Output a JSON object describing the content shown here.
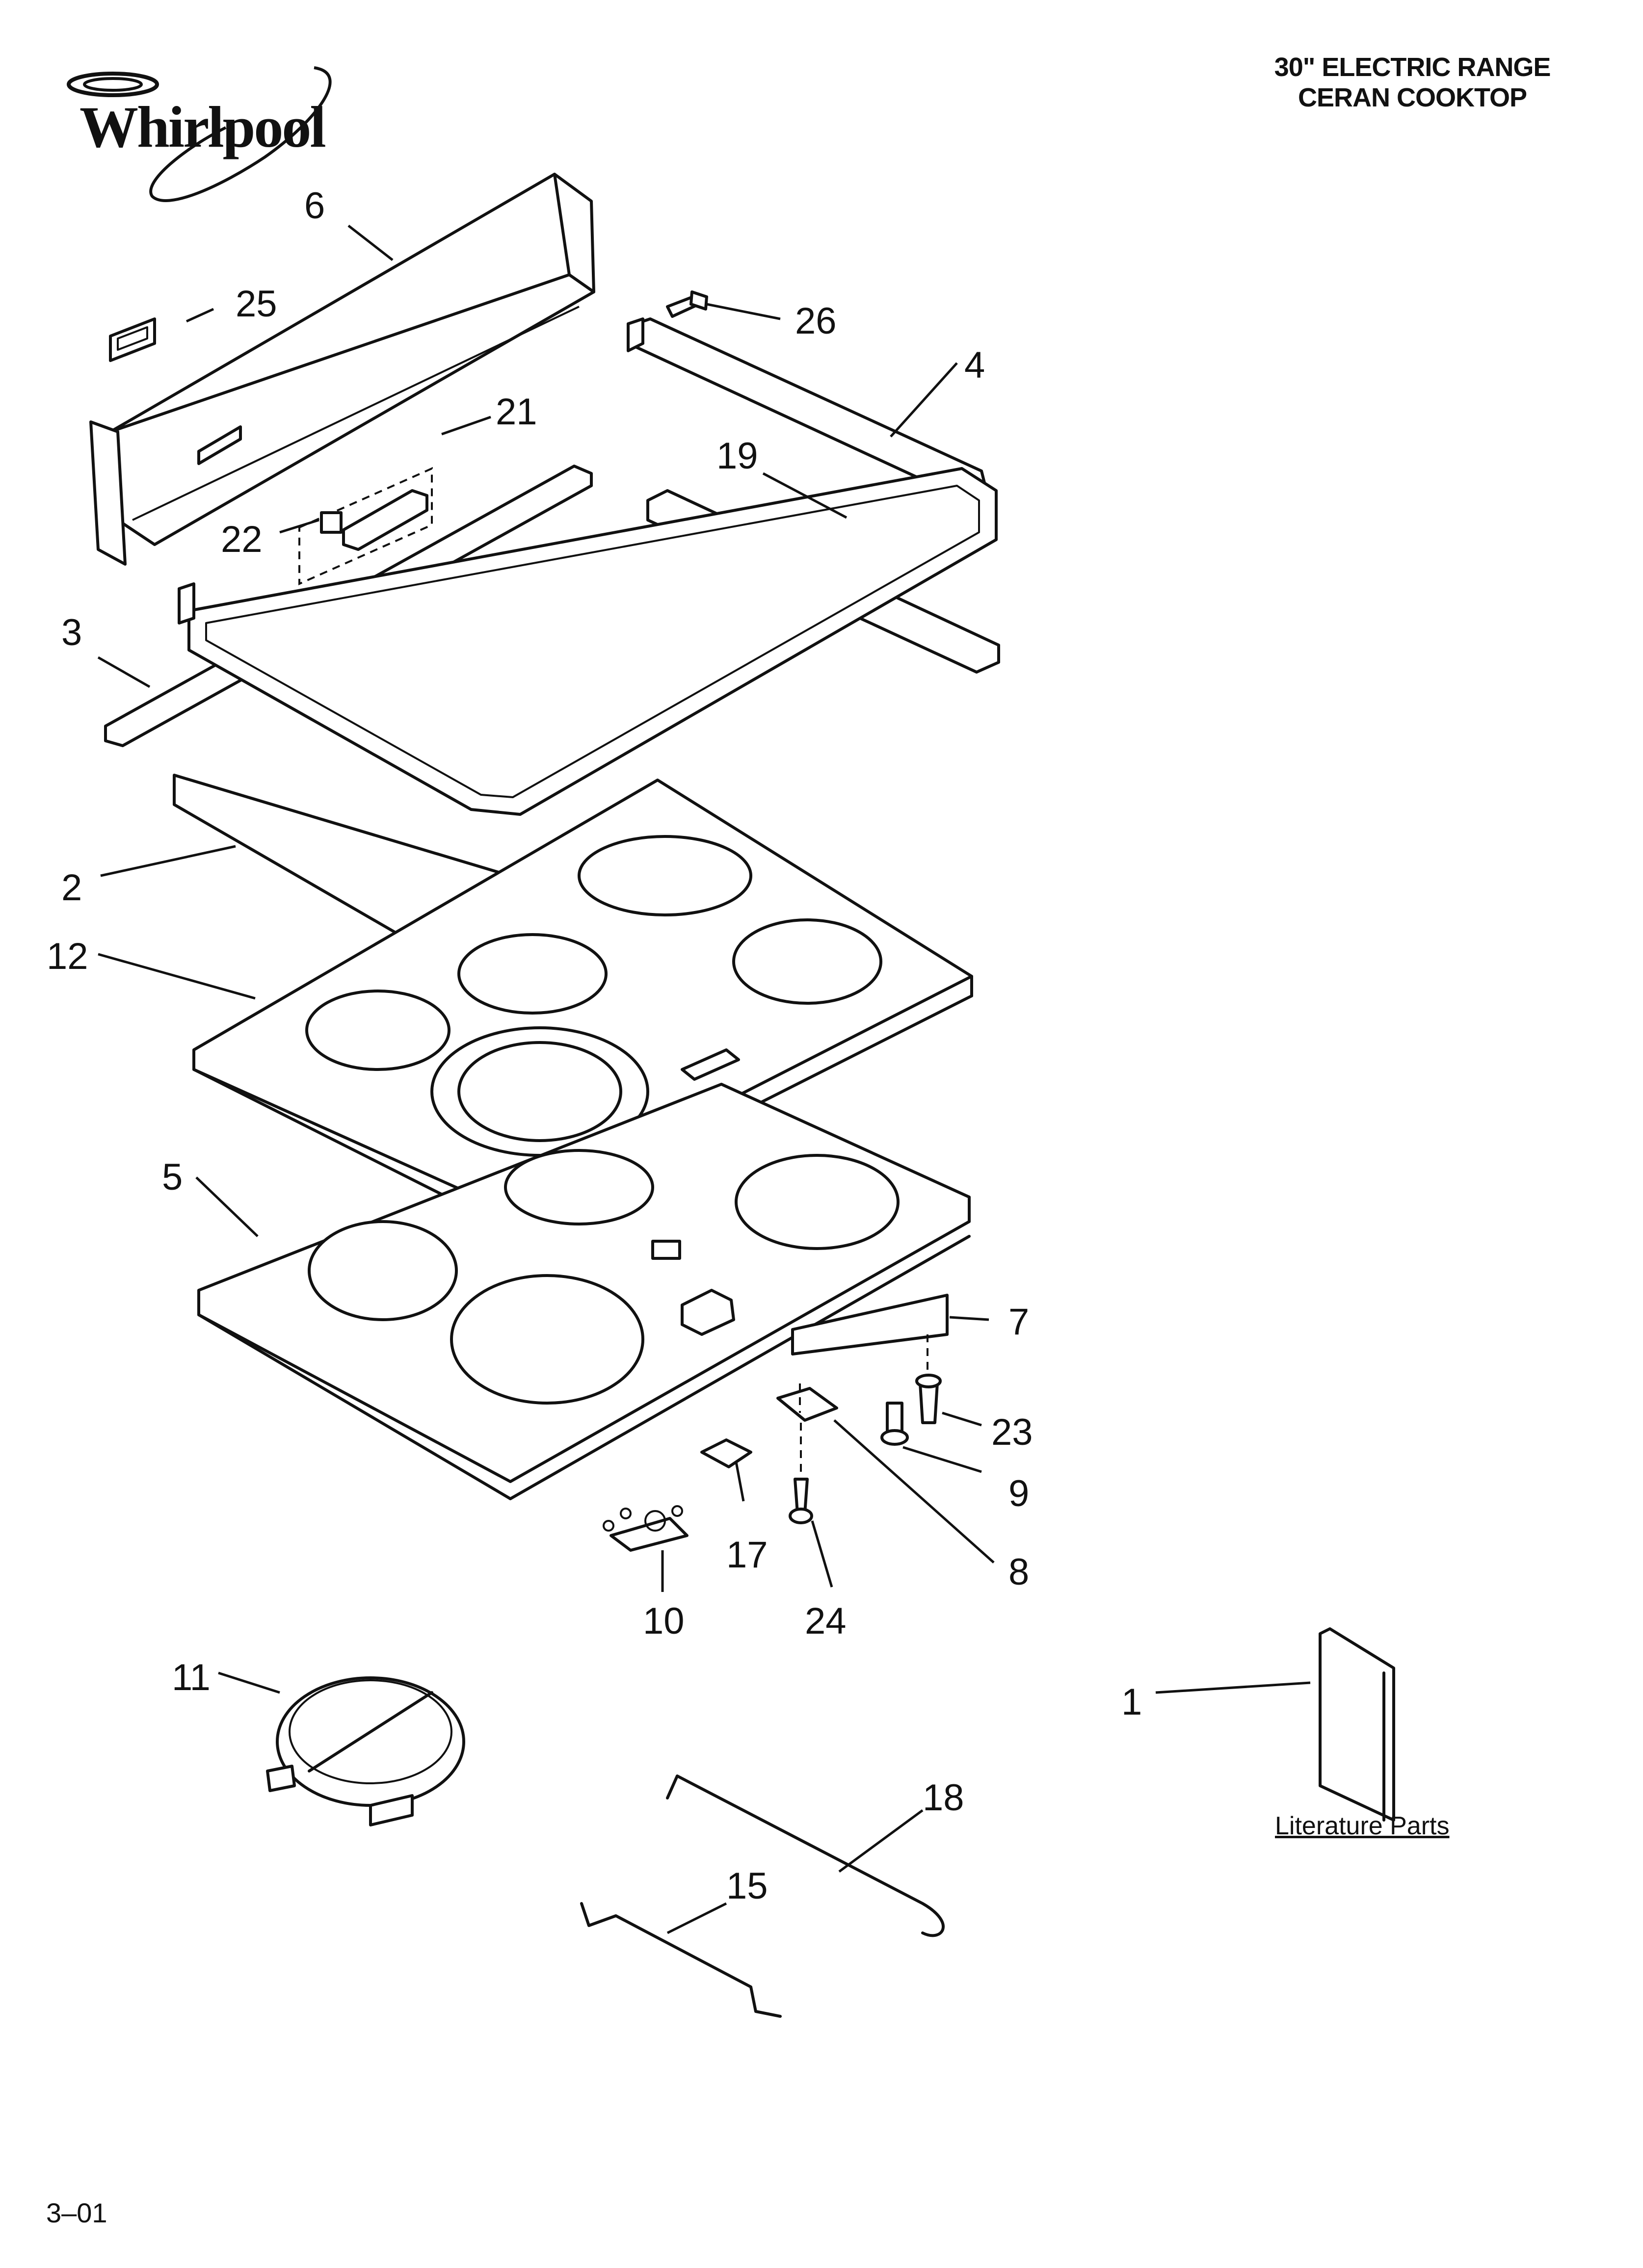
{
  "brand": "Whirlpool",
  "heading": {
    "line1": "30\" ELECTRIC RANGE",
    "line2": "CERAN COOKTOP"
  },
  "footer_code": "3–01",
  "literature_label": "Literature Parts",
  "callouts": [
    "6",
    "25",
    "26",
    "4",
    "21",
    "19",
    "22",
    "3",
    "2",
    "12",
    "5",
    "7",
    "23",
    "9",
    "17",
    "8",
    "10",
    "24",
    "11",
    "1",
    "18",
    "15"
  ]
}
